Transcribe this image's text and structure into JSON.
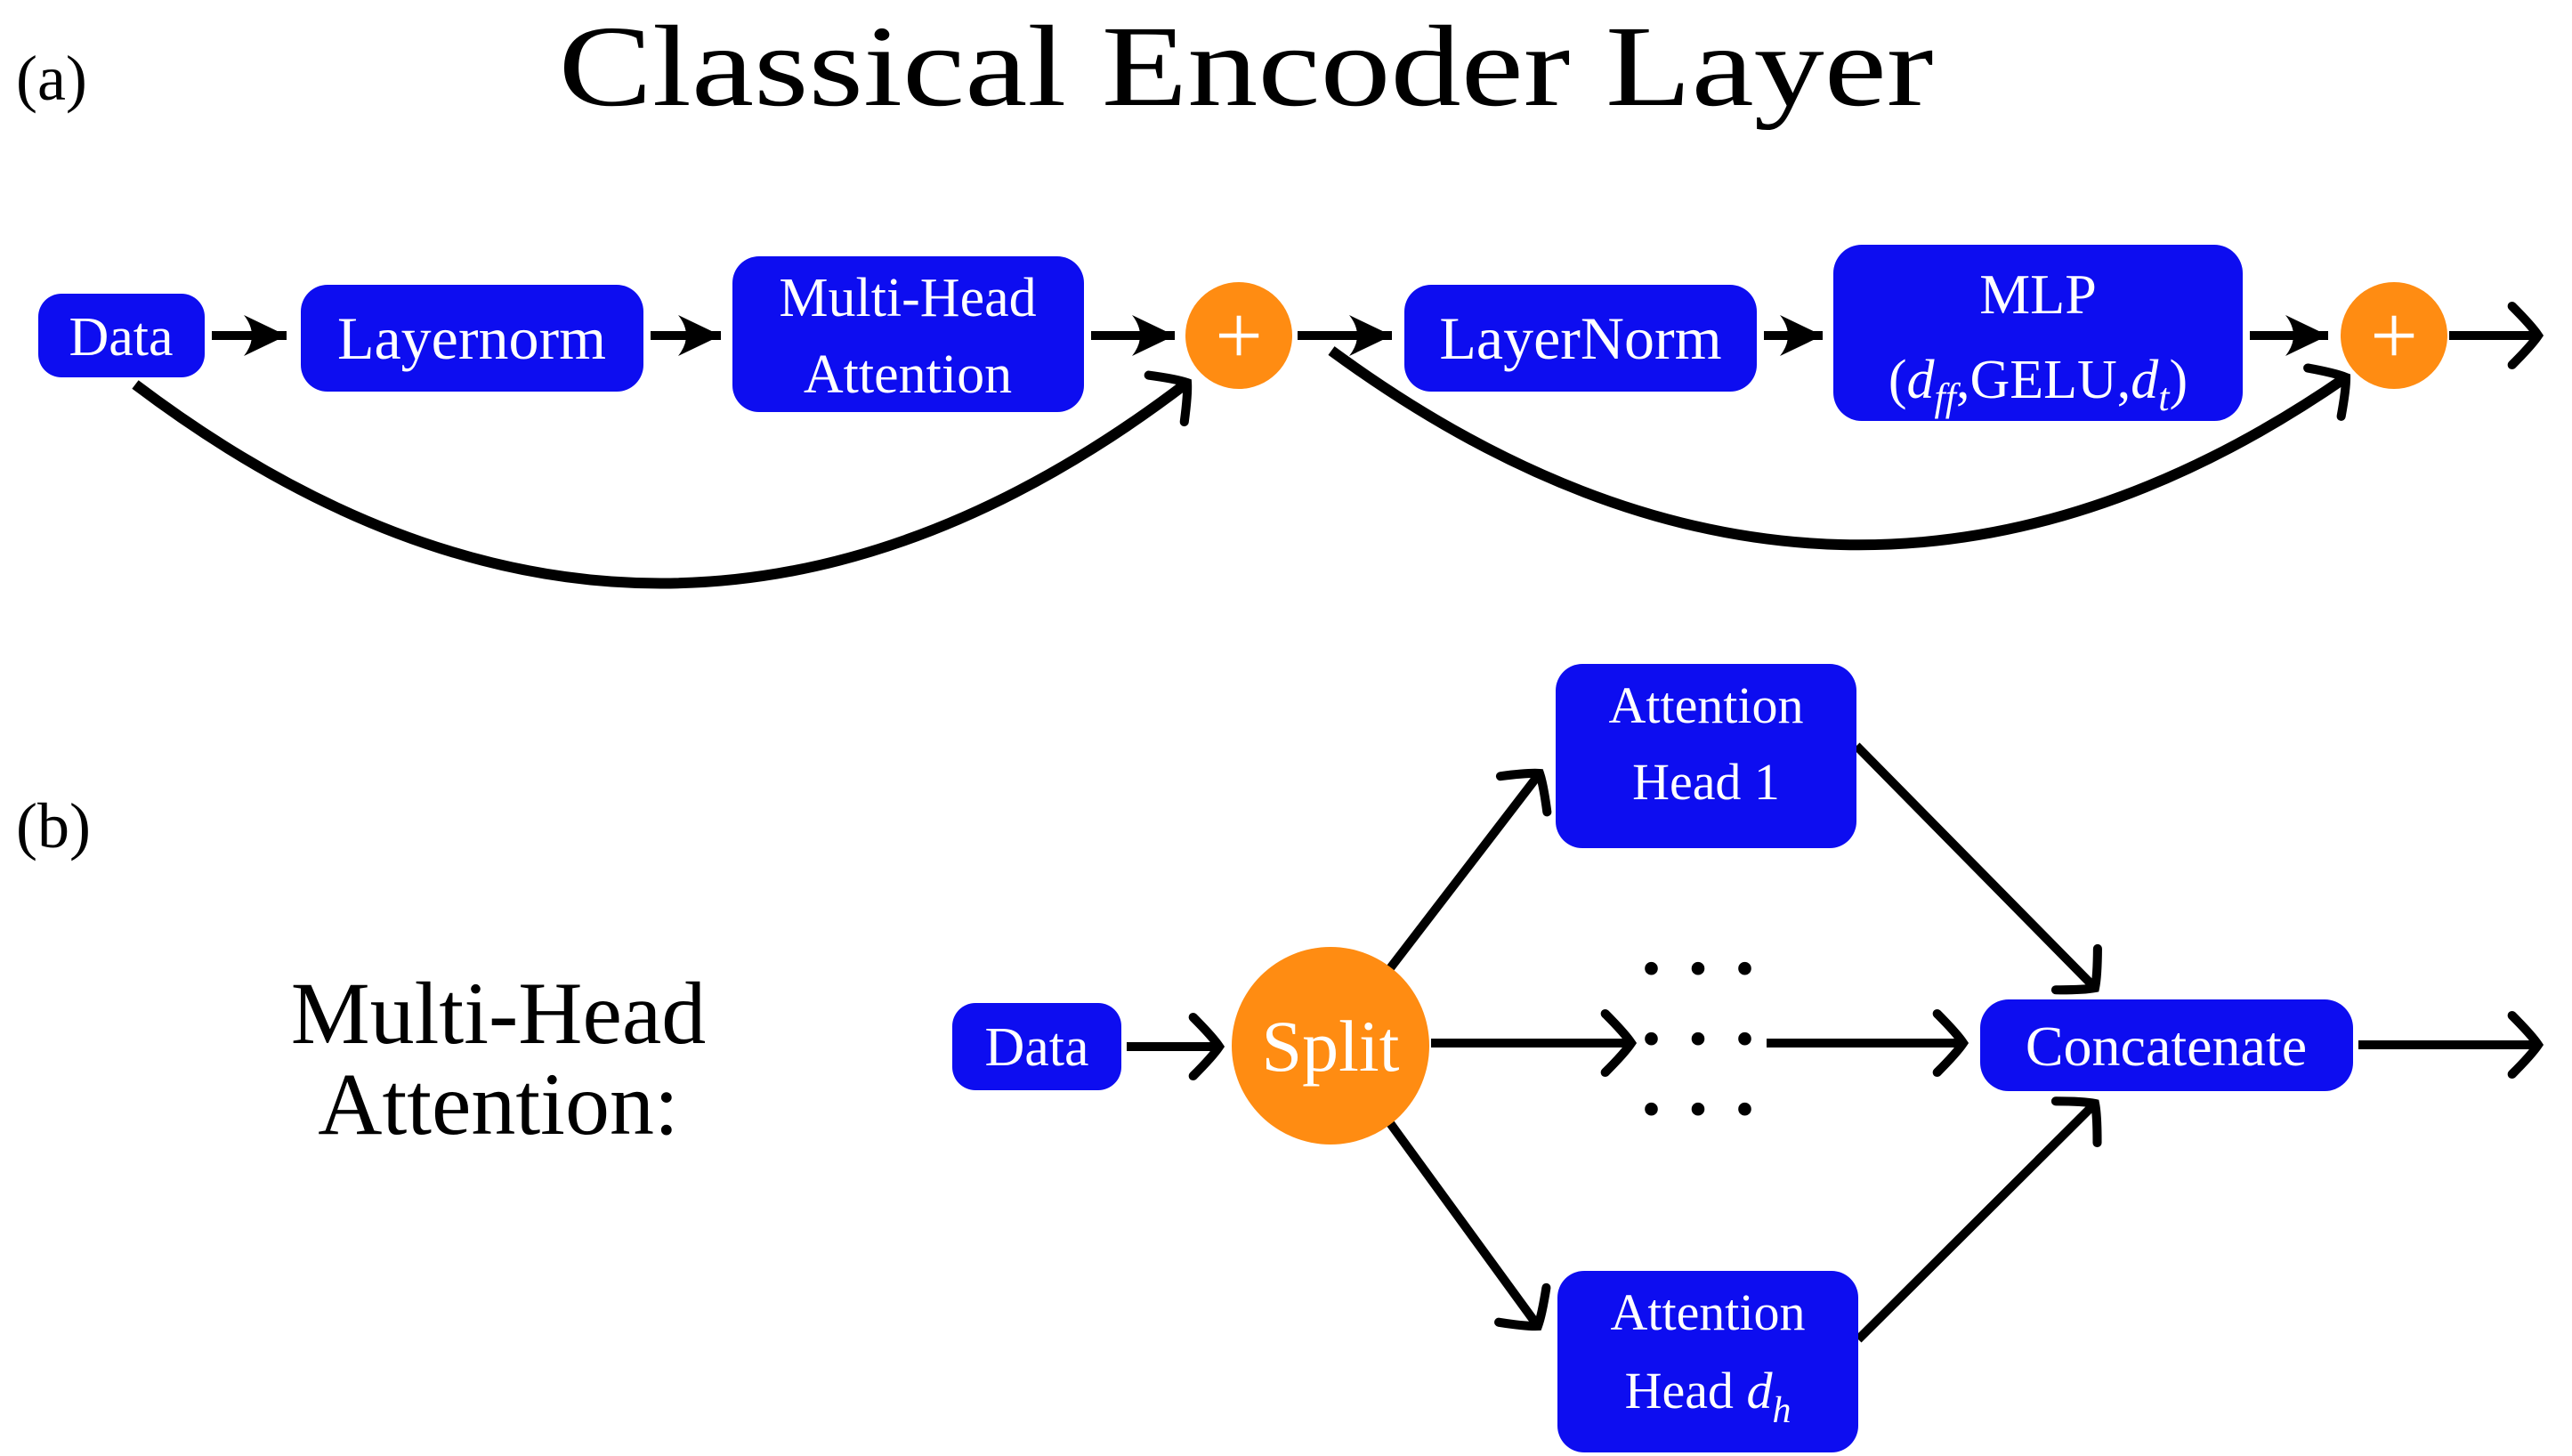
{
  "panel_a": {
    "label": "(a)",
    "title": "Classical Encoder Layer",
    "data_box": "Data",
    "layernorm1_box": "Layernorm",
    "mha_box": [
      "Multi-Head",
      "Attention"
    ],
    "plus1": "+",
    "layernorm2_box": "LayerNorm",
    "mlp_box": {
      "line1": "MLP",
      "open": "(",
      "d1": "d",
      "sub1": "ff",
      "mid": ",GELU,",
      "d2": "d",
      "sub2": "t",
      "close": ")"
    },
    "plus2": "+"
  },
  "panel_b": {
    "label": "(b)",
    "heading": [
      "Multi-Head",
      "Attention:"
    ],
    "data_box": "Data",
    "split_circle": "Split",
    "head1_box": [
      "Attention",
      "Head 1"
    ],
    "headn_box": {
      "line1": "Attention",
      "line2_prefix": "Head ",
      "d": "d",
      "sub": "h"
    },
    "dots": "· · ·",
    "concatenate_box": "Concatenate"
  },
  "colors": {
    "box_blue": "#0d0df0",
    "circle_orange": "#ff8c12",
    "text_white": "#ffffff",
    "line_black": "#000000",
    "background": "#ffffff"
  }
}
